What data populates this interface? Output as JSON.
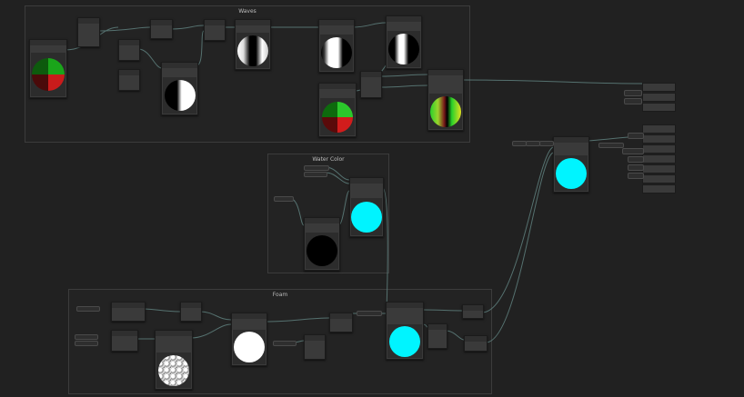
{
  "groups": {
    "waves": {
      "title": "Waves"
    },
    "water_color": {
      "title": "Water Color"
    },
    "foam": {
      "title": "Foam"
    }
  },
  "colors": {
    "background": "#212121",
    "node": "#3a3a3a",
    "wire": "#5b7a78",
    "cyan": "#00f4ff"
  },
  "icons": [
    "sphere-preview-icon",
    "port-dot-icon"
  ]
}
